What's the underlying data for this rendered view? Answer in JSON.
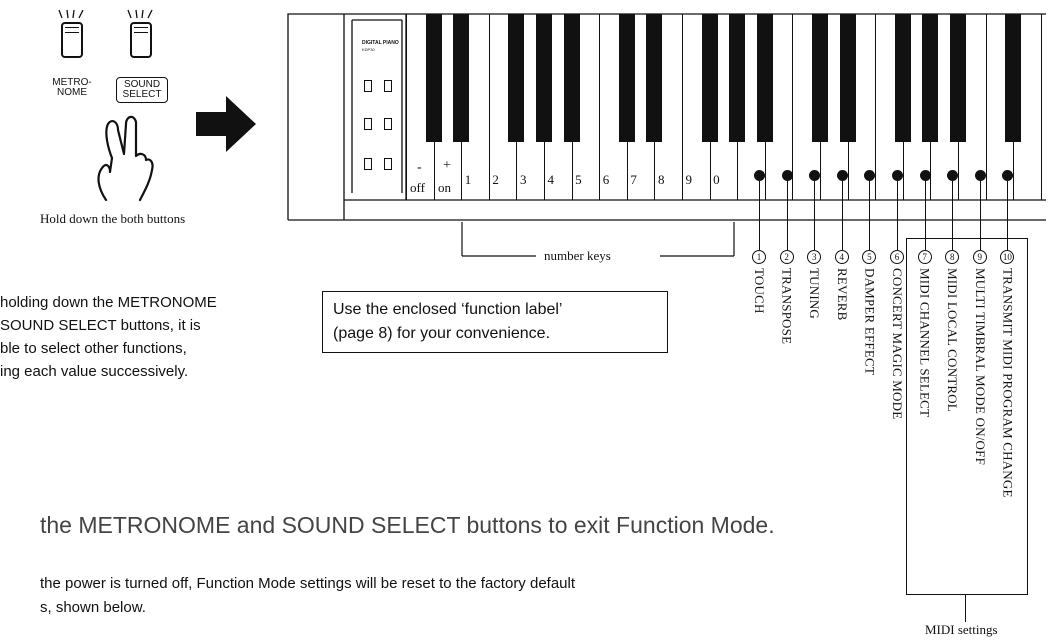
{
  "left_panel": {
    "metronome_label": "METRO-\nNOME",
    "sound_select_label": "SOUND\nSELECT",
    "hold_caption": "Hold down the both buttons"
  },
  "keyboard": {
    "panel_brand": "DIGITAL PIANO",
    "panel_model": "KDP30",
    "minus_label": "-",
    "off_label": "off",
    "plus_label": "+",
    "on_label": "on",
    "number_keys": [
      "1",
      "2",
      "3",
      "4",
      "5",
      "6",
      "7",
      "8",
      "9",
      "0"
    ],
    "number_keys_caption": "number keys"
  },
  "functions": [
    {
      "num": "1",
      "label": "TOUCH"
    },
    {
      "num": "2",
      "label": "TRANSPOSE"
    },
    {
      "num": "3",
      "label": "TUNING"
    },
    {
      "num": "4",
      "label": "REVERB"
    },
    {
      "num": "5",
      "label": "DAMPER EFFECT"
    },
    {
      "num": "6",
      "label": "CONCERT MAGIC MODE"
    },
    {
      "num": "7",
      "label": "MIDI CHANNEL SELECT"
    },
    {
      "num": "8",
      "label": "MIDI LOCAL CONTROL"
    },
    {
      "num": "9",
      "label": "MULTI TIMBRAL MODE ON/OFF"
    },
    {
      "num": "10",
      "label": "TRANSMIT MIDI PROGRAM CHANGE"
    }
  ],
  "midi_settings_caption": "MIDI settings",
  "body_text": {
    "line1": "holding down the METRONOME",
    "line2": "SOUND  SELECT  buttons,  it  is",
    "line3": "ble  to  select  other  functions,",
    "line4": "ing each value successively."
  },
  "note_box": {
    "line1": "Use the enclosed ‘function label’",
    "line2": "(page 8) for your convenience."
  },
  "exit_instruction": "the METRONOME and SOUND SELECT buttons to exit Function Mode.",
  "reset_text": {
    "line1": "the power is turned off, Function Mode settings will be reset to the factory default",
    "line2": "s, shown below."
  }
}
